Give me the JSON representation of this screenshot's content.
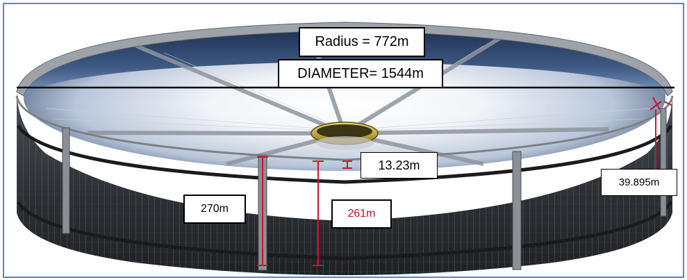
{
  "labels": {
    "radius": "Radius = 772m",
    "diameter": "DIAMETER= 1544m",
    "ring_width": "13.23m",
    "outer_height": "270m",
    "inner_height": "261m",
    "rim_height": "39.895m"
  },
  "colors": {
    "frame_border": "#5b84c4",
    "measure_red": "#d01030",
    "inner_measure_text": "#c0102a"
  }
}
